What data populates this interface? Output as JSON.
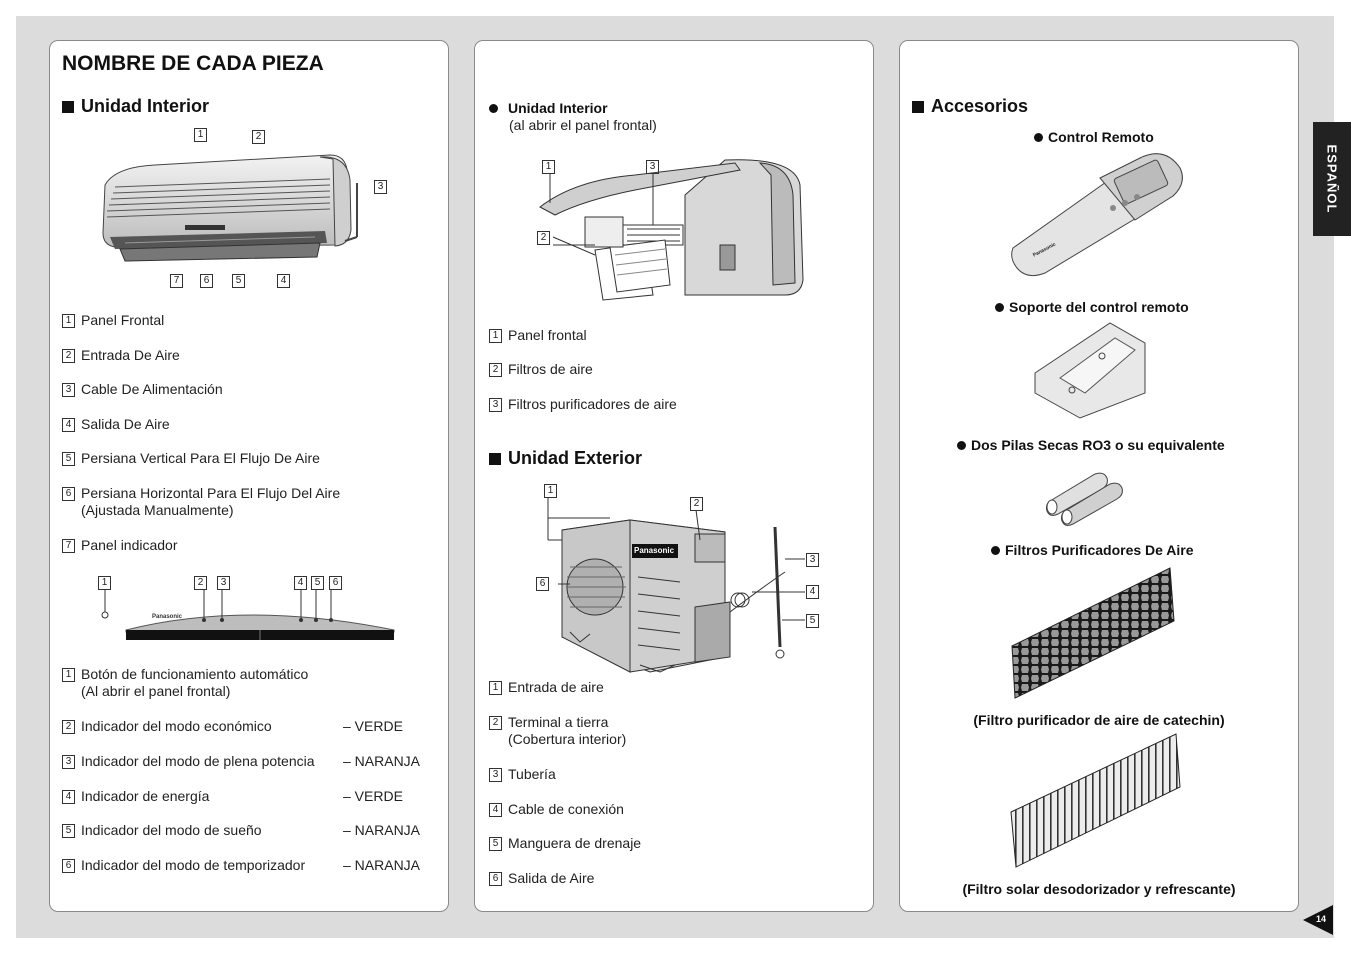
{
  "title": "NOMBRE DE CADA PIEZA",
  "side_tab": "ESPAÑOL",
  "page_number": "14",
  "brand": "Panasonic",
  "indoor": {
    "heading": "Unidad Interior",
    "parts": [
      {
        "n": "1",
        "label": "Panel Frontal"
      },
      {
        "n": "2",
        "label": "Entrada De Aire"
      },
      {
        "n": "3",
        "label": "Cable De Alimentación"
      },
      {
        "n": "4",
        "label": "Salida De Aire"
      },
      {
        "n": "5",
        "label": "Persiana Vertical Para El Flujo De Aire"
      },
      {
        "n": "6",
        "label": "Persiana Horizontal Para El Flujo Del Aire",
        "sub": "(Ajustada Manualmente)"
      },
      {
        "n": "7",
        "label": "Panel indicador"
      }
    ],
    "indicators": [
      {
        "n": "1",
        "label": "Botón de funcionamiento automático",
        "sub": "(Al abrir el panel frontal)",
        "color": ""
      },
      {
        "n": "2",
        "label": "Indicador del modo económico",
        "color": "– VERDE"
      },
      {
        "n": "3",
        "label": "Indicador del modo de plena potencia",
        "color": "– NARANJA"
      },
      {
        "n": "4",
        "label": "Indicador de energía",
        "color": "– VERDE"
      },
      {
        "n": "5",
        "label": "Indicador del modo de sueño",
        "color": "– NARANJA"
      },
      {
        "n": "6",
        "label": "Indicador del modo de temporizador",
        "color": "– NARANJA"
      }
    ]
  },
  "indoor_open": {
    "heading": "Unidad Interior",
    "subheading": "(al abrir el panel frontal)",
    "parts": [
      {
        "n": "1",
        "label": "Panel frontal"
      },
      {
        "n": "2",
        "label": "Filtros de aire"
      },
      {
        "n": "3",
        "label": "Filtros purificadores de aire"
      }
    ]
  },
  "outdoor": {
    "heading": "Unidad Exterior",
    "parts": [
      {
        "n": "1",
        "label": "Entrada de aire"
      },
      {
        "n": "2",
        "label": "Terminal a tierra",
        "sub": "(Cobertura interior)"
      },
      {
        "n": "3",
        "label": "Tubería"
      },
      {
        "n": "4",
        "label": "Cable de conexión"
      },
      {
        "n": "5",
        "label": "Manguera de drenaje"
      },
      {
        "n": "6",
        "label": "Salida de Aire"
      }
    ]
  },
  "accessories": {
    "heading": "Accesorios",
    "items": [
      {
        "label": "Control Remoto"
      },
      {
        "label": "Soporte del control remoto"
      },
      {
        "label": "Dos Pilas Secas RO3 o su equivalente"
      },
      {
        "label": "Filtros Purificadores De Aire"
      }
    ],
    "captions": [
      "(Filtro purificador de aire de catechin)",
      "(Filtro solar desodorizador y refrescante)"
    ]
  }
}
